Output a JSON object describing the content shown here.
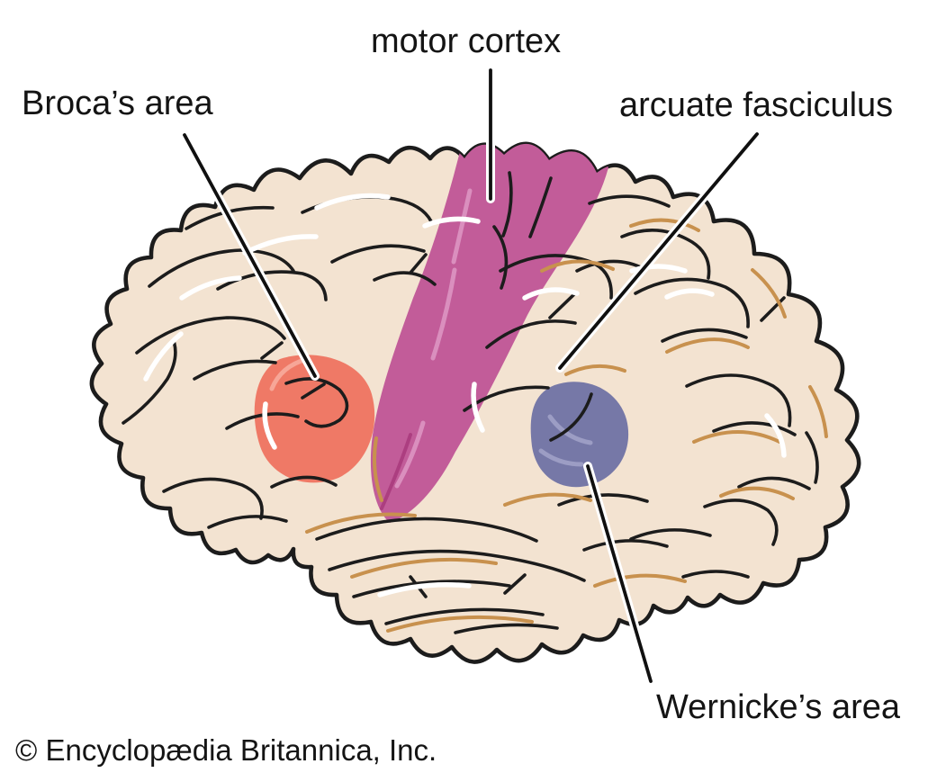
{
  "diagram": {
    "type": "human-brain-lateral-view",
    "labels": {
      "motor_cortex": "motor cortex",
      "brocas_area": "Broca’s area",
      "arcuate_fasciculus": "arcuate fasciculus",
      "wernickes_area": "Wernicke’s area"
    },
    "credit": "© Encyclopædia Britannica, Inc.",
    "colors": {
      "background": "#FFFFFF",
      "outline": "#1C1C1C",
      "cortex_fill": "#F3E3D1",
      "gyri_accent": "#C8914E",
      "motor_cortex_fill": "#C25C99",
      "brocas_area_fill": "#EF7966",
      "wernickes_area_fill": "#7678A7"
    }
  }
}
